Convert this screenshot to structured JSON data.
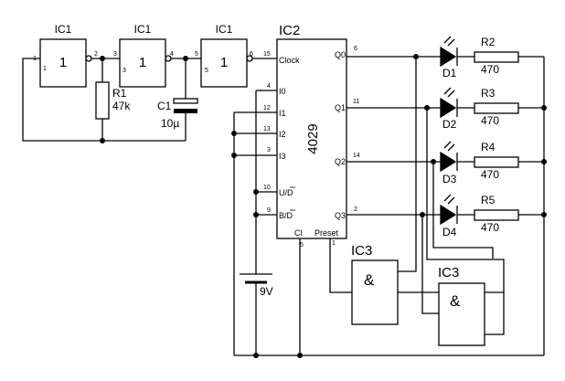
{
  "schematic": {
    "ic1_label": "IC1",
    "gate_symbol": "1",
    "r1": {
      "name": "R1",
      "value": "47k"
    },
    "c1": {
      "name": "C1",
      "value": "10µ"
    },
    "ic2": {
      "label": "IC2",
      "part": "4029",
      "clock": "Clock",
      "inputs": [
        "I0",
        "I1",
        "I2",
        "I3"
      ],
      "ud": {
        "text": "U/D",
        "overline": "D"
      },
      "bd": {
        "text": "B/D",
        "overline": "D"
      },
      "ci": "CI",
      "preset": "Preset",
      "outputs": [
        "Q0",
        "Q1",
        "Q2",
        "Q3"
      ]
    },
    "leds": [
      "D1",
      "D2",
      "D3",
      "D4"
    ],
    "resistors": [
      {
        "name": "R2",
        "value": "470"
      },
      {
        "name": "R3",
        "value": "470"
      },
      {
        "name": "R4",
        "value": "470"
      },
      {
        "name": "R5",
        "value": "470"
      }
    ],
    "ic3_label": "IC3",
    "and_symbol": "&",
    "battery": "9V",
    "pins": {
      "g1_in": "1",
      "g1_out": "2",
      "g2_in": "3",
      "g2_out": "4",
      "g3_in": "5",
      "g3_out": "6",
      "clock": "15",
      "i0": "4",
      "i1": "12",
      "i2": "13",
      "i3": "3",
      "ud": "10",
      "bd": "9",
      "ci": "5",
      "preset": "1",
      "q0": "6",
      "q1": "11",
      "q2": "14",
      "q3": "2"
    }
  }
}
